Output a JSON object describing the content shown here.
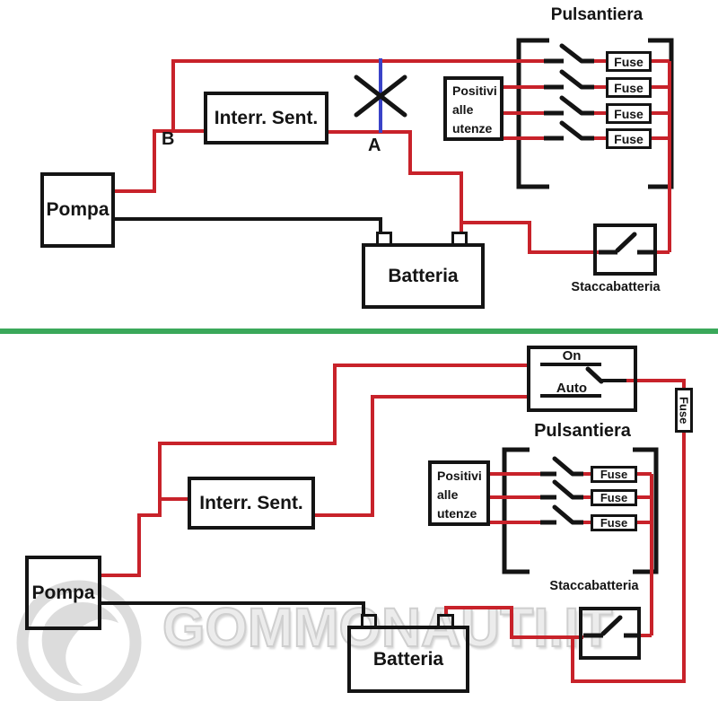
{
  "colors": {
    "wire_positive": "#c8222a",
    "wire_negative": "#141414",
    "cut_line_blue": "#3a43c8",
    "divider_green": "#3aa85a",
    "watermark_gray": "#dcdcdc"
  },
  "top_diagram": {
    "pulsantiera_title": "Pulsantiera",
    "pompa": "Pompa",
    "interr_sent": "Interr. Sent.",
    "batteria": "Batteria",
    "staccabatteria": "Staccabatteria",
    "positivi_lines": [
      "Positivi",
      "alle",
      "utenze"
    ],
    "fuses": [
      "Fuse",
      "Fuse",
      "Fuse",
      "Fuse"
    ],
    "point_b": "B",
    "point_a": "A"
  },
  "bottom_diagram": {
    "pulsantiera_title": "Pulsantiera",
    "pompa": "Pompa",
    "interr_sent": "Interr. Sent.",
    "batteria": "Batteria",
    "staccabatteria": "Staccabatteria",
    "positivi_lines": [
      "Positivi",
      "alle",
      "utenze"
    ],
    "fuses": [
      "Fuse",
      "Fuse",
      "Fuse"
    ],
    "switch_on": "On",
    "switch_auto": "Auto",
    "inline_fuse": "Fuse"
  },
  "watermark": {
    "site": "GOMMONAUTI.IT"
  }
}
